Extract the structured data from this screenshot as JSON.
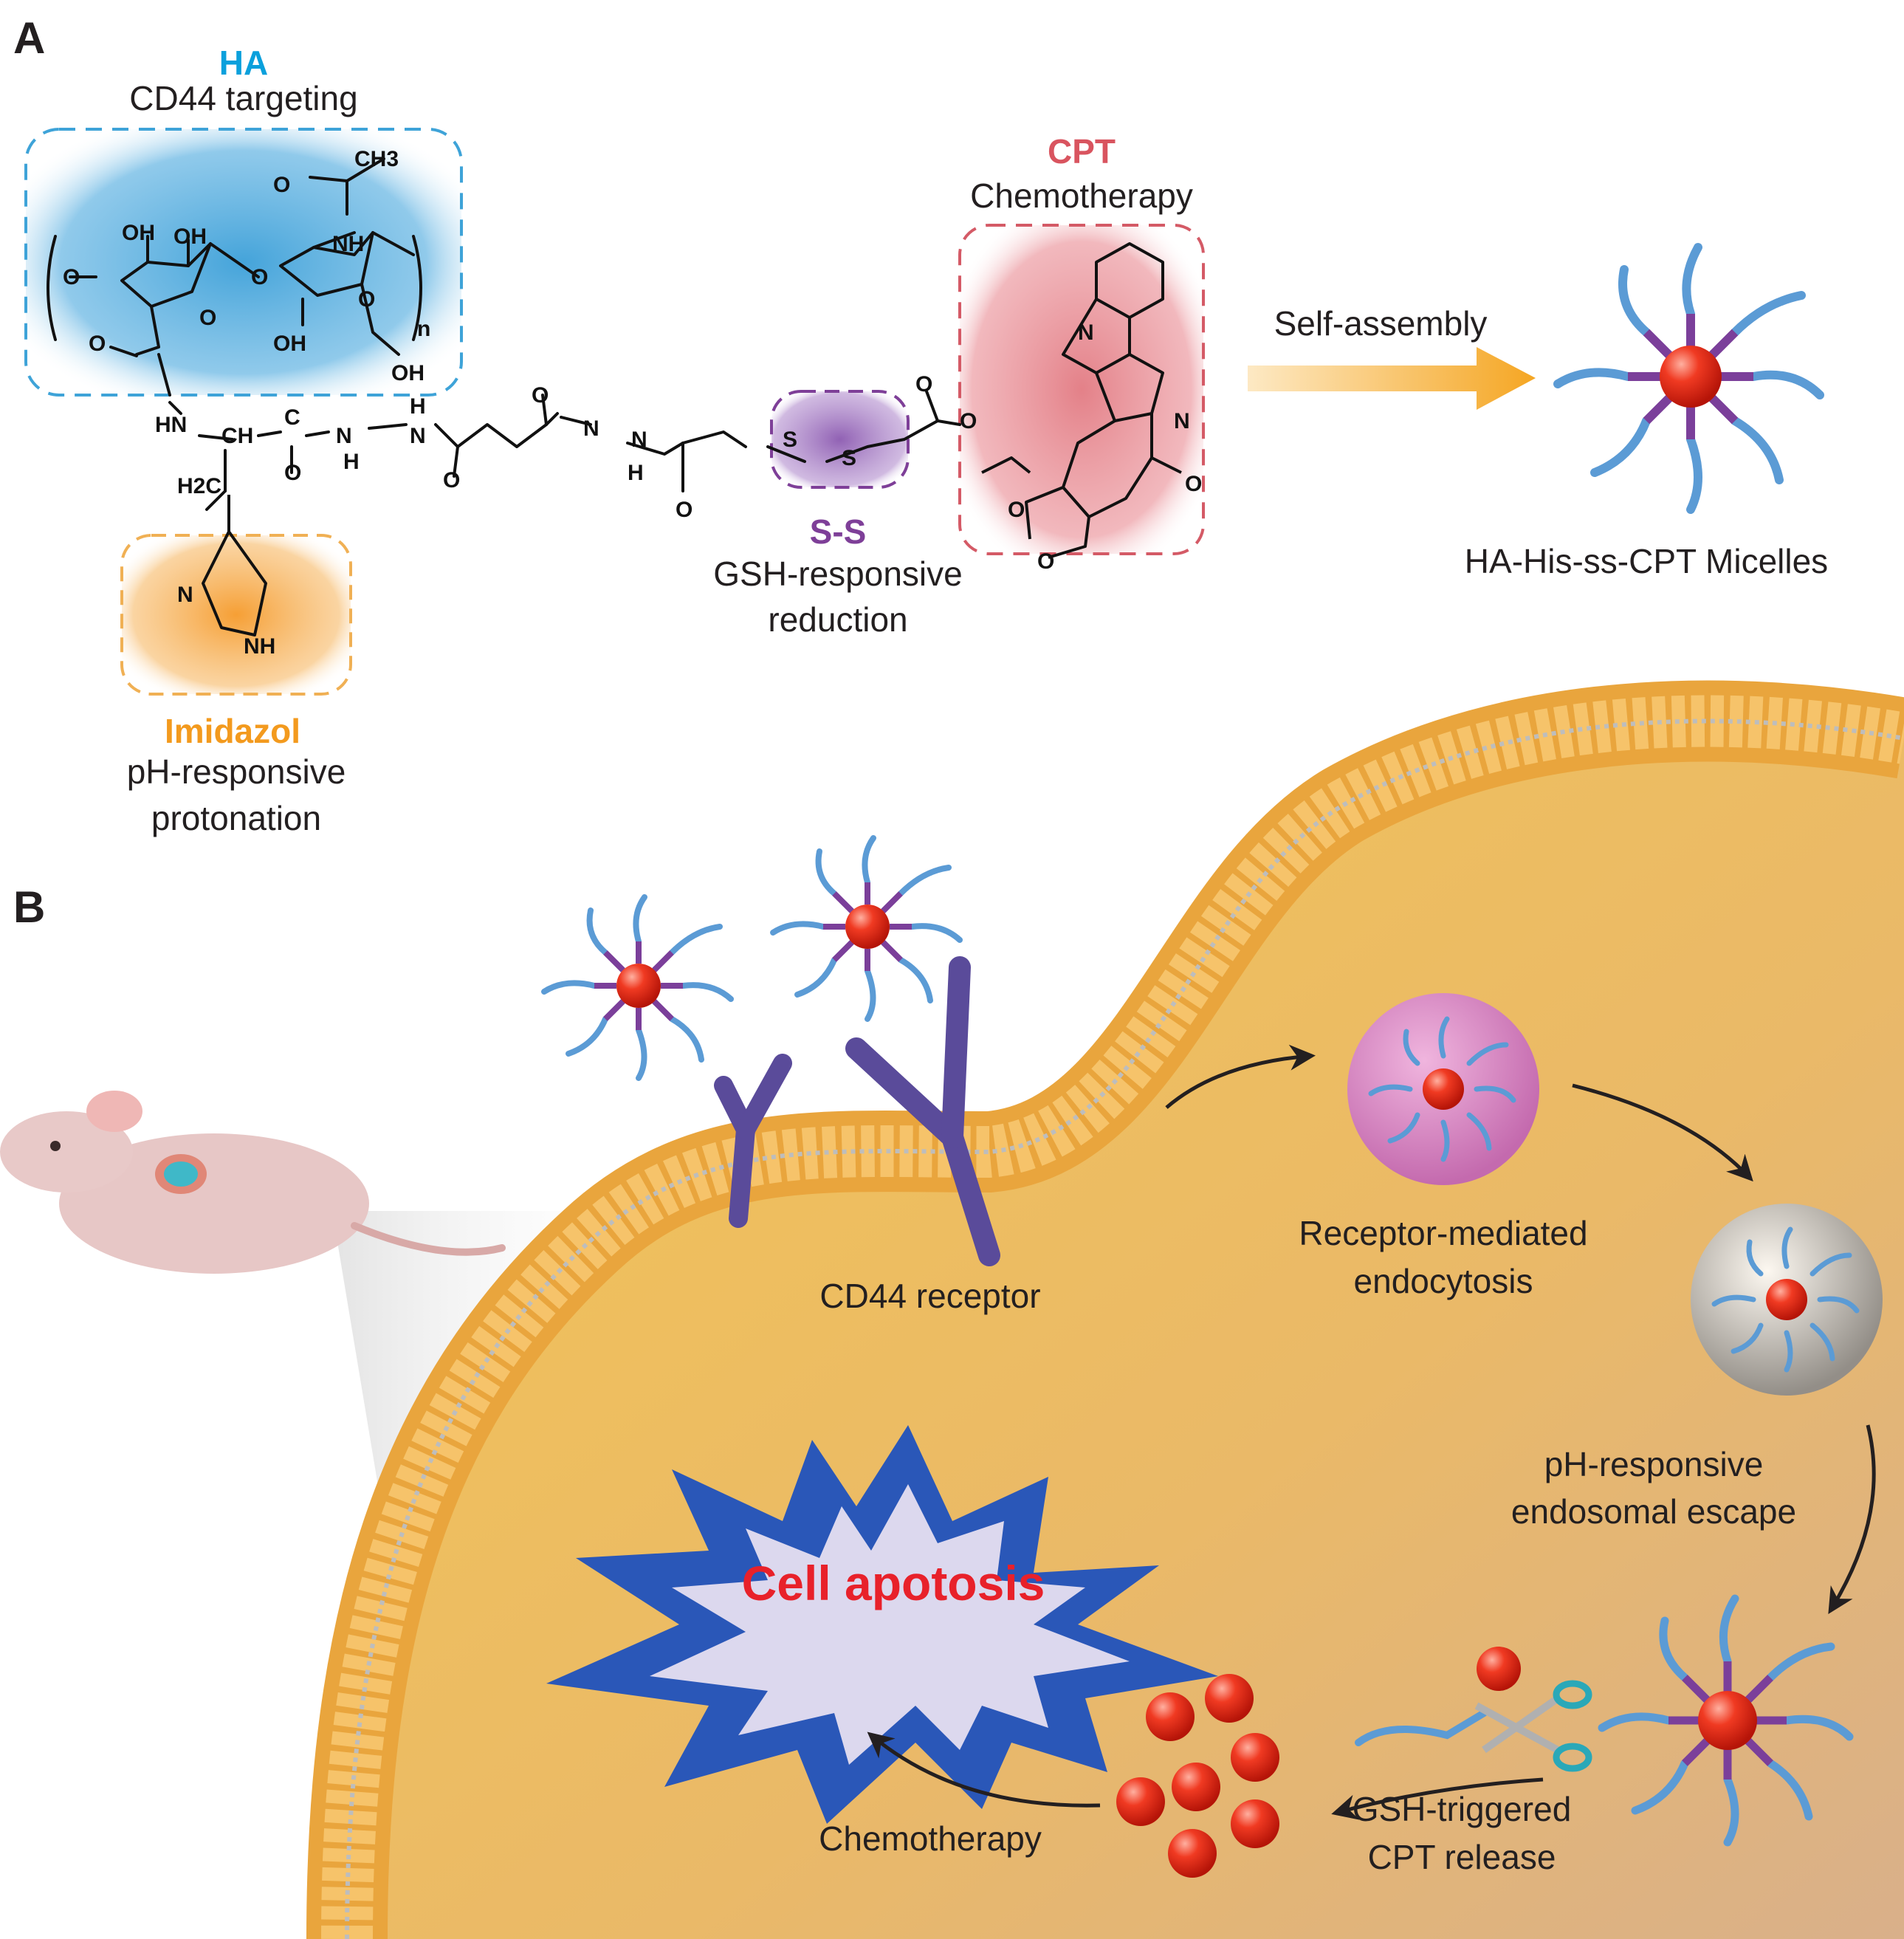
{
  "panels": {
    "a": "A",
    "b": "B"
  },
  "structure": {
    "ha": {
      "title": "HA",
      "desc": "CD44 targeting"
    },
    "cpt": {
      "title": "CPT",
      "desc": "Chemotherapy"
    },
    "ss": {
      "title": "S-S",
      "desc_line1": "GSH-responsive",
      "desc_line2": "reduction"
    },
    "imidazole": {
      "title": "Imidazol",
      "desc_line1": "pH-responsive",
      "desc_line2": "protonation"
    },
    "self_assembly": "Self-assembly",
    "micelle_label": "HA-His-ss-CPT Micelles"
  },
  "atoms": {
    "ch3": "CH3",
    "oh": "OH",
    "nh": "NH",
    "o": "O",
    "n": "N",
    "n_sub": "n",
    "hn": "HN",
    "ch": "CH",
    "c": "C",
    "h": "H",
    "h2c": "H2C",
    "s": "S"
  },
  "process": {
    "cd44": "CD44 receptor",
    "endocytosis_line1": "Receptor-mediated",
    "endocytosis_line2": "endocytosis",
    "escape_line1": "pH-responsive",
    "escape_line2": "endosomal escape",
    "release_line1": "GSH-triggered",
    "release_line2": "CPT release",
    "chemotherapy": "Chemotherapy",
    "apoptosis": "Cell apotosis"
  },
  "colors": {
    "ha_blue": "#0aa0dc",
    "cpt_red": "#d9545f",
    "ss_purple": "#7e3f98",
    "imidazole_orange": "#f39a1e",
    "membrane": "#f0b24a",
    "cytoplasm": "#f2c55c",
    "receptor": "#6a5aa8",
    "apoptosis_text": "#e8212a"
  }
}
